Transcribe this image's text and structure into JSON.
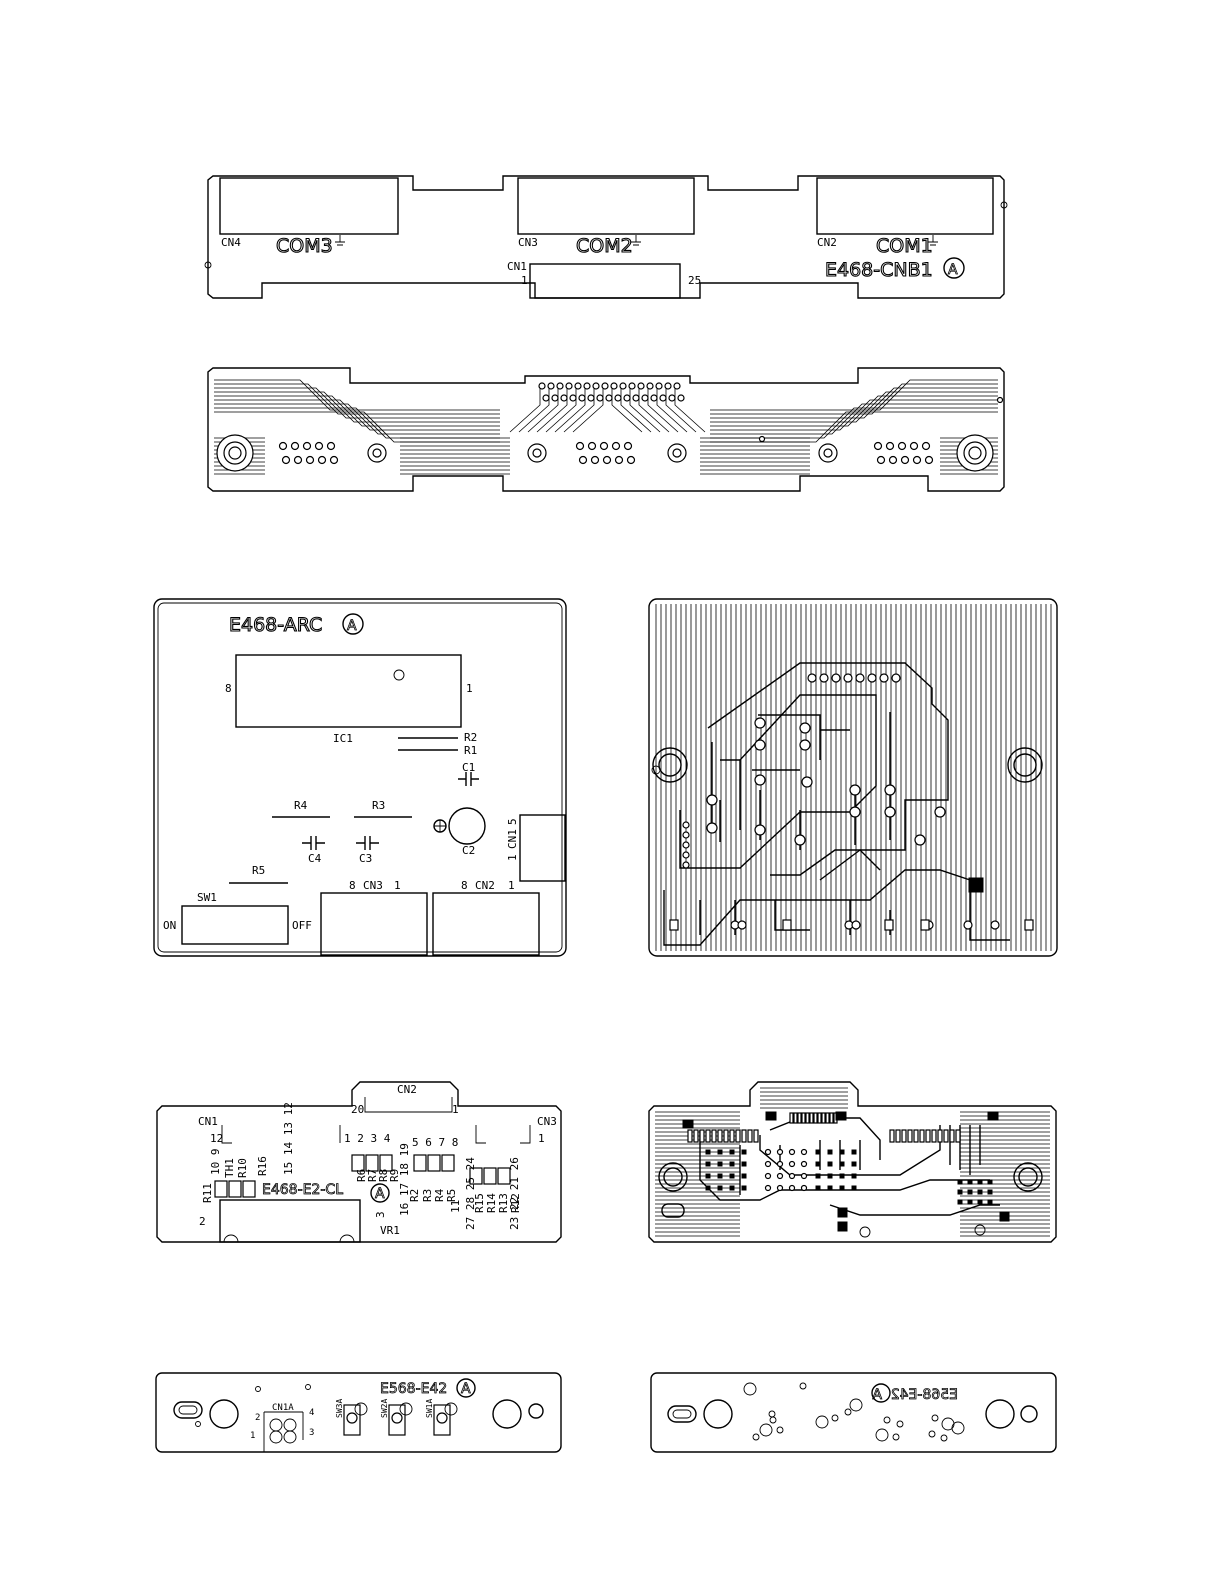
{
  "boards": {
    "cnb1_top": {
      "board_label": "E468-CNB1",
      "revision": "A",
      "connectors": [
        "CN4",
        "CN3",
        "CN2",
        "CN1"
      ],
      "com_labels": [
        "COM3",
        "COM2",
        "COM1"
      ],
      "cn1_pin_first": "1",
      "cn1_pin_last": "25"
    },
    "arc_top": {
      "board_label": "E468-ARC",
      "revision": "A",
      "ic": "IC1",
      "ic_pin_left": "8",
      "ic_pin_right": "1",
      "resistors": [
        "R2",
        "R1",
        "R4",
        "R3",
        "R5"
      ],
      "capacitors": [
        "C1",
        "C4",
        "C3",
        "C2"
      ],
      "cn1": "CN1",
      "cn1_pin_a": "5",
      "cn1_pin_b": "1",
      "cn3": "CN3",
      "cn2": "CN2",
      "cn_pin_8": "8",
      "cn_pin_1": "1",
      "switch": "SW1",
      "on": "ON",
      "off": "OFF"
    },
    "e2cl_top": {
      "board_label": "E468-E2-CL",
      "revision": "A",
      "cn2": "CN2",
      "cn1": "CN1",
      "cn3": "CN3",
      "pin_20": "20",
      "pin_1": "1",
      "pin_12": "12",
      "pins_row_1_4": "1 2 3 4",
      "pins_row_5_8": "5 6 7 8",
      "pins_10_9": "10 9",
      "pins_15_12": "15 14 13 12",
      "th1": "TH1",
      "parts_left": [
        "R10",
        "R16",
        "R11"
      ],
      "parts_mid": [
        "R6",
        "R7",
        "R8",
        "R9"
      ],
      "parts_r": [
        "R2",
        "R3",
        "R4",
        "R5"
      ],
      "parts_r2": [
        "R15",
        "R14",
        "R13",
        "R12"
      ],
      "pin_2": "2",
      "pin_3": "3",
      "pin_11": "11",
      "pins_16_19": "16 17 18 19",
      "pins_27_24": "27 28 25 24",
      "pins_23_26": "23 22 21 26",
      "vr1": "VR1"
    },
    "e42_top": {
      "board_label": "E568-E42",
      "revision": "A",
      "cn": "CN1A",
      "switches": [
        "SW3A",
        "SW2A",
        "SW1A"
      ],
      "pins": [
        "2",
        "4",
        "1",
        "3"
      ]
    },
    "e42_bottom": {
      "board_label_mirrored": "E568-E42",
      "revision": "A"
    }
  }
}
